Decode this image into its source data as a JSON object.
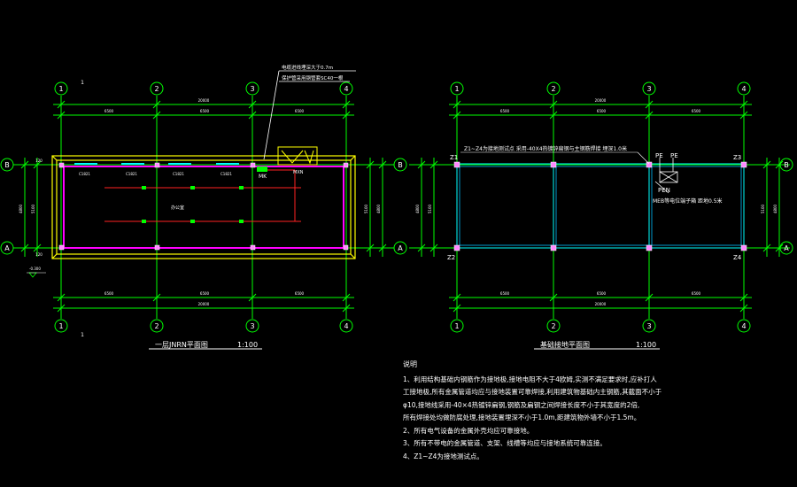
{
  "left_plan": {
    "axes_top": [
      "1",
      "2",
      "3",
      "4"
    ],
    "axes_bottom": [
      "1",
      "2",
      "3",
      "4"
    ],
    "axes_side": [
      "B",
      "A"
    ],
    "mark_1": "1",
    "mark_bottom_1": "1",
    "dim_top_total": "20000",
    "dim_top_segments": [
      "6500",
      "6500",
      "6500"
    ],
    "dim_bottom_segments": [
      "6500",
      "6500",
      "6500"
    ],
    "dim_bottom_total": "20000",
    "dim_side_total": "4800",
    "dim_side_inner": "5100",
    "dim_side_small": [
      "120",
      "120"
    ],
    "note_line1": "电缆进线埋深大于0.7m",
    "note_line2": "保护管采用钢管套SC40一根",
    "label_mk": "MK",
    "label_mxn": "MXN",
    "room_label": "办公室",
    "window_labels": [
      "C1821",
      "C1821",
      "C1821",
      "C1821"
    ],
    "elevation_tag": "-0.300",
    "title": "一层JNRN平面图",
    "scale": "1:100"
  },
  "right_plan": {
    "axes_top": [
      "1",
      "2",
      "3",
      "4"
    ],
    "axes_bottom": [
      "1",
      "2",
      "3",
      "4"
    ],
    "axes_side": [
      "B",
      "A"
    ],
    "dim_top_total": "20000",
    "dim_top_segments": [
      "6500",
      "6500",
      "6500"
    ],
    "dim_bottom_segments": [
      "6500",
      "6500",
      "6500"
    ],
    "dim_bottom_total": "20000",
    "dim_side_total": "4800",
    "dim_side_inner": "5100",
    "ground_note": "Z1~Z4为接地测试点 采用-40X4热镀锌扁钢与主钢筋焊接 埋深1.0米",
    "corner_labels": [
      "Z1",
      "Z3",
      "Z2",
      "Z4"
    ],
    "pe_labels": [
      "PE",
      "PE"
    ],
    "pen_label": "PEN",
    "met_note": "MEB等电位端子箱 距地0.5米",
    "title": "基础接地平面图",
    "scale": "1:100"
  },
  "notes": {
    "heading": "说明",
    "lines": [
      "1、利用结构基础内钢筋作为接地极,接地电阻不大于4欧姆,实测不满足要求时,应补打人",
      "工接地极,所有金属管道均应与接地装置可靠焊接,利用建筑物基础内主钢筋,其截面不小于",
      "φ10,接地线采用-40×4热镀锌扁钢,钢筋及扁钢之间焊接长度不小于其宽度的2倍,",
      "所有焊接处均做防腐处理,接地装置埋深不小于1.0m,距建筑物外墙不小于1.5m。",
      "2、所有电气设备的金属外壳均应可靠接地。",
      "3、所有不带电的金属管道、支架、线槽等均应与接地系统可靠连接。",
      "4、Z1~Z4为接地测试点。"
    ]
  },
  "colors": {
    "background": "#000000",
    "grid": "#00ff00",
    "wall": "#ffff00",
    "wall_inner": "#ff00ff",
    "circuit": "#ff2222",
    "ground": "#00ffff",
    "text": "#ffffff",
    "lamp": "#00ffff"
  }
}
